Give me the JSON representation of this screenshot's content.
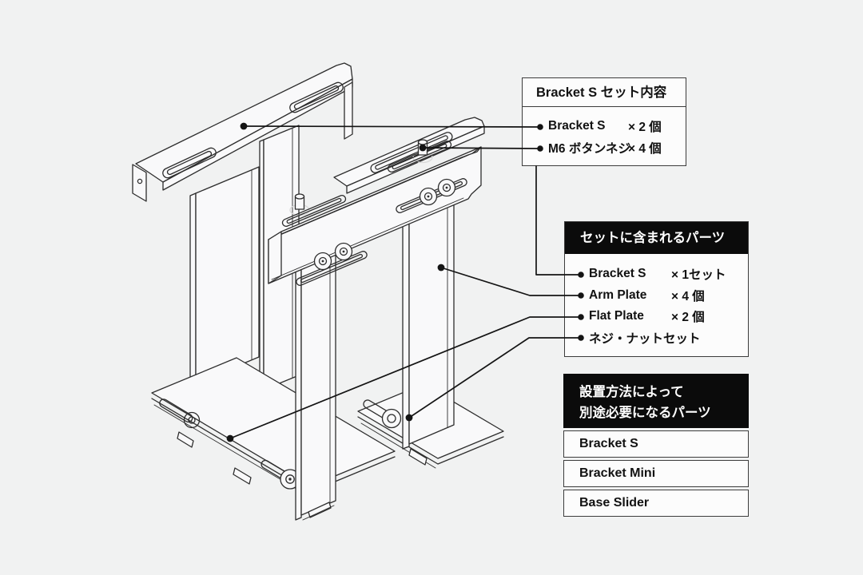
{
  "diagram": {
    "description": "Isometric line drawing of two Bracket S under-desk brackets joined by an arm-plate rail",
    "parts": [
      "bracket-s-left",
      "bracket-s-right",
      "arm-plate-rail",
      "flat-plate-bottom",
      "m6-button-screws",
      "keyhole-screw-nut"
    ]
  },
  "boxes": {
    "set_contents": {
      "title": "Bracket S セット内容",
      "items": [
        {
          "name": "Bracket S",
          "qty": "× 2 個"
        },
        {
          "name": "M6 ボタンネジ",
          "qty": "× 4 個"
        }
      ]
    },
    "included_parts": {
      "title": "セットに含まれるパーツ",
      "items": [
        {
          "name": "Bracket S",
          "qty": "× 1セット"
        },
        {
          "name": "Arm Plate",
          "qty": "× 4 個"
        },
        {
          "name": "Flat Plate",
          "qty": "× 2 個"
        },
        {
          "name": "ネジ・ナットセット",
          "qty": ""
        }
      ]
    },
    "separate_parts": {
      "title_line1": "設置方法によって",
      "title_line2": "別途必要になるパーツ",
      "rows": [
        "Bracket S",
        "Bracket Mini",
        "Base Slider"
      ]
    }
  },
  "colors": {
    "background": "#f1f2f2",
    "surface": "#f9f9fa",
    "line": "#2d2d2d",
    "leader": "#141414",
    "box_border": "#3c3c3c",
    "header_bg": "#0b0b0b",
    "header_text": "#ffffff",
    "ghost": "#d8d8d8"
  }
}
